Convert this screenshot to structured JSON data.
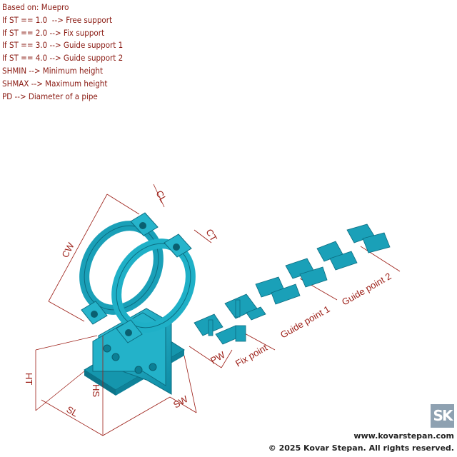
{
  "notes": [
    "Based on: Muepro",
    "If ST == 1.0  --> Free support",
    "If ST == 2.0 --> Fix support",
    "If ST == 3.0 --> Guide support 1",
    "If ST == 4.0 --> Guide support 2",
    "SHMIN --> Minimum height",
    "SHMAX --> Maximum height",
    "PD --> Diameter of a pipe"
  ],
  "dimensions": {
    "cl": "CL",
    "ct": "CT",
    "cw": "CW",
    "ht": "HT",
    "hs": "HS",
    "sl": "SL",
    "sw": "SW",
    "pw": "PW"
  },
  "variants": {
    "fix": "Fix point",
    "guide1": "Guide point 1",
    "guide2": "Guide point 2"
  },
  "footer": {
    "url": "www.kovarstepan.com",
    "copyright": "© 2025 Kovar Stepan. All rights reserved.",
    "logo": "SK"
  },
  "colors": {
    "part": "#1aa0b8",
    "dimension": "#9b1c14"
  }
}
